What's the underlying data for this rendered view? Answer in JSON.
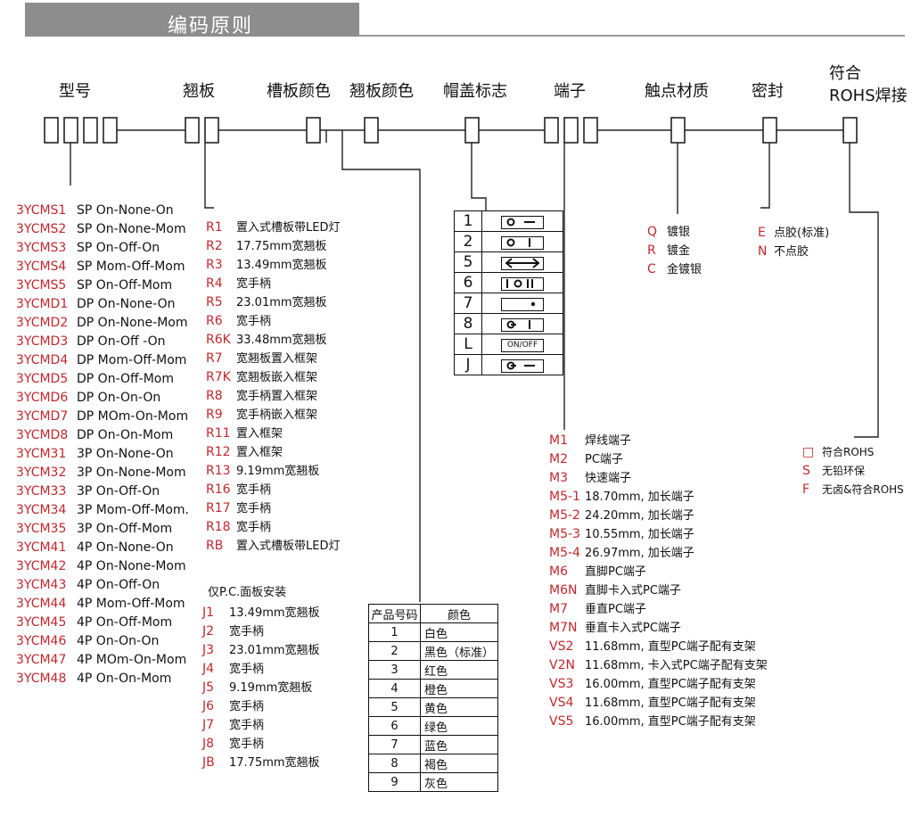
{
  "title": "编码原则",
  "headers": {
    "model": "型号",
    "paddle": "翘板",
    "slot_color": "槽板颜色",
    "paddle_color": "翘板颜色",
    "cap_mark": "帽盖标志",
    "terminal": "端子",
    "contact_material": "触点材质",
    "seal": "密封",
    "rohs_line1": "符合",
    "rohs_line2": "ROHS焊接"
  },
  "models": [
    {
      "code": "3YCMS1",
      "desc": "SP On-None-On"
    },
    {
      "code": "3YCMS2",
      "desc": "SP On-None-Mom"
    },
    {
      "code": "3YCMS3",
      "desc": "SP On-Off-On"
    },
    {
      "code": "3YCMS4",
      "desc": "SP Mom-Off-Mom"
    },
    {
      "code": "3YCMS5",
      "desc": "SP On-Off-Mom"
    },
    {
      "code": "3YCMD1",
      "desc": "DP On-None-On"
    },
    {
      "code": "3YCMD2",
      "desc": "DP On-None-Mom"
    },
    {
      "code": "3YCMD3",
      "desc": "DP On-Off -On"
    },
    {
      "code": "3YCMD4",
      "desc": "DP Mom-Off-Mom"
    },
    {
      "code": "3YCMD5",
      "desc": "DP On-Off-Mom"
    },
    {
      "code": "3YCMD6",
      "desc": "DP On-On-On"
    },
    {
      "code": "3YCMD7",
      "desc": "DP MOm-On-Mom"
    },
    {
      "code": "3YCMD8",
      "desc": "DP On-On-Mom"
    },
    {
      "code": "3YCM31",
      "desc": "3P On-None-On"
    },
    {
      "code": "3YCM32",
      "desc": "3P On-None-Mom"
    },
    {
      "code": "3YCM33",
      "desc": "3P On-Off-On"
    },
    {
      "code": "3YCM34",
      "desc": "3P Mom-Off-Mom."
    },
    {
      "code": "3YCM35",
      "desc": "3P On-Off-Mom"
    },
    {
      "code": "3YCM41",
      "desc": "4P On-None-On"
    },
    {
      "code": "3YCM42",
      "desc": "4P On-None-Mom"
    },
    {
      "code": "3YCM43",
      "desc": "4P On-Off-On"
    },
    {
      "code": "3YCM44",
      "desc": "4P Mom-Off-Mom"
    },
    {
      "code": "3YCM45",
      "desc": "4P On-Off-Mom"
    },
    {
      "code": "3YCM46",
      "desc": "4P On-On-On"
    },
    {
      "code": "3YCM47",
      "desc": "4P MOm-On-Mom"
    },
    {
      "code": "3YCM48",
      "desc": "4P On-On-Mom"
    }
  ],
  "paddles": [
    {
      "code": "R1",
      "desc": "置入式槽板带LED灯"
    },
    {
      "code": "R2",
      "desc": "17.75mm宽翘板"
    },
    {
      "code": "R3",
      "desc": "13.49mm宽翘板"
    },
    {
      "code": "R4",
      "desc": "宽手柄"
    },
    {
      "code": "R5",
      "desc": "23.01mm宽翘板"
    },
    {
      "code": "R6",
      "desc": "宽手柄"
    },
    {
      "code": "R6K",
      "desc": "33.48mm宽翘板"
    },
    {
      "code": "R7",
      "desc": "宽翘板置入框架"
    },
    {
      "code": "R7K",
      "desc": "宽翘板嵌入框架"
    },
    {
      "code": "R8",
      "desc": "宽手柄置入框架"
    },
    {
      "code": "R9",
      "desc": "宽手柄嵌入框架"
    },
    {
      "code": "R11",
      "desc": "置入框架"
    },
    {
      "code": "R12",
      "desc": "置入框架"
    },
    {
      "code": "R13",
      "desc": "9.19mm宽翘板"
    },
    {
      "code": "R16",
      "desc": "宽手柄"
    },
    {
      "code": "R17",
      "desc": "宽手柄"
    },
    {
      "code": "R18",
      "desc": "宽手柄"
    },
    {
      "code": "RB",
      "desc": "置入式槽板带LED灯"
    }
  ],
  "panel_note": "仅P.C.面板安装",
  "panel_paddles": [
    {
      "code": "J1",
      "desc": "13.49mm宽翘板"
    },
    {
      "code": "J2",
      "desc": "宽手柄"
    },
    {
      "code": "J3",
      "desc": "23.01mm宽翘板"
    },
    {
      "code": "J4",
      "desc": "宽手柄"
    },
    {
      "code": "J5",
      "desc": "9.19mm宽翘板"
    },
    {
      "code": "J6",
      "desc": "宽手柄"
    },
    {
      "code": "J7",
      "desc": "宽手柄"
    },
    {
      "code": "J8",
      "desc": "宽手柄"
    },
    {
      "code": "JB",
      "desc": "17.75mm宽翘板"
    }
  ],
  "cap_marks": [
    {
      "code": "1",
      "symbol": "circle-dash"
    },
    {
      "code": "2",
      "symbol": "circle-bar"
    },
    {
      "code": "5",
      "symbol": "double-arrow"
    },
    {
      "code": "6",
      "symbol": "bar-circle-double-bar"
    },
    {
      "code": "7",
      "symbol": "dot"
    },
    {
      "code": "8",
      "symbol": "plug-bar"
    },
    {
      "code": "L",
      "symbol": "on-off-text",
      "text": "ON/OFF"
    },
    {
      "code": "J",
      "symbol": "plug-dash"
    }
  ],
  "color_table": {
    "headers": [
      "产品号码",
      "颜色"
    ],
    "rows": [
      [
        "1",
        "白色"
      ],
      [
        "2",
        "黑色（标准）"
      ],
      [
        "3",
        "红色"
      ],
      [
        "4",
        "橙色"
      ],
      [
        "5",
        "黄色"
      ],
      [
        "6",
        "绿色"
      ],
      [
        "7",
        "蓝色"
      ],
      [
        "8",
        "褐色"
      ],
      [
        "9",
        "灰色"
      ]
    ]
  },
  "terminals": [
    {
      "code": "M1",
      "desc": "焊线端子"
    },
    {
      "code": "M2",
      "desc": "PC端子"
    },
    {
      "code": "M3",
      "desc": "快速端子"
    },
    {
      "code": "M5-1",
      "desc": "18.70mm, 加长端子"
    },
    {
      "code": "M5-2",
      "desc": "24.20mm, 加长端子"
    },
    {
      "code": "M5-3",
      "desc": "10.55mm, 加长端子"
    },
    {
      "code": "M5-4",
      "desc": "26.97mm, 加长端子"
    },
    {
      "code": "M6",
      "desc": "直脚PC端子"
    },
    {
      "code": "M6N",
      "desc": "直脚卡入式PC端子"
    },
    {
      "code": "M7",
      "desc": "垂直PC端子"
    },
    {
      "code": "M7N",
      "desc": "垂直卡入式PC端子"
    },
    {
      "code": "VS2",
      "desc": "11.68mm, 直型PC端子配有支架"
    },
    {
      "code": "V2N",
      "desc": "11.68mm, 卡入式PC端子配有支架"
    },
    {
      "code": "VS3",
      "desc": "16.00mm, 直型PC端子配有支架"
    },
    {
      "code": "VS4",
      "desc": "11.68mm, 直型PC端子配有支架"
    },
    {
      "code": "VS5",
      "desc": "16.00mm, 直型PC端子配有支架"
    }
  ],
  "contacts": [
    {
      "code": "Q",
      "desc": "镀银"
    },
    {
      "code": "R",
      "desc": "镀金"
    },
    {
      "code": "C",
      "desc": "金镀银"
    }
  ],
  "seals": [
    {
      "code": "E",
      "desc": "点胶(标准)"
    },
    {
      "code": "N",
      "desc": "不点胶"
    }
  ],
  "rohs": [
    {
      "code": "□",
      "desc": "符合ROHS"
    },
    {
      "code": "S",
      "desc": "无铅环保"
    },
    {
      "code": "F",
      "desc": "无卤&符合ROHS"
    }
  ],
  "colors": {
    "code_red": "#c0282d",
    "title_bar": "#8d8d8d",
    "text": "#111111"
  }
}
